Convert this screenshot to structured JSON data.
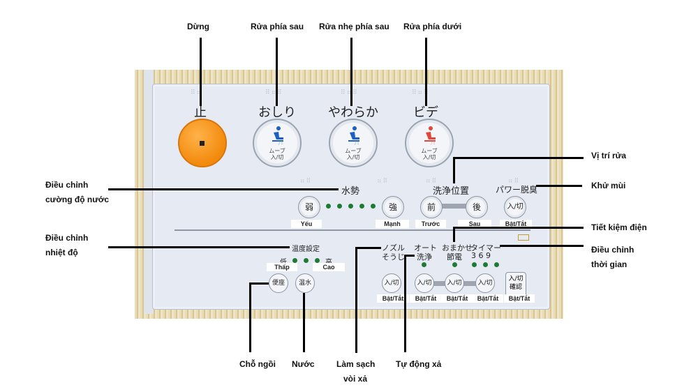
{
  "annotations": {
    "stop": "Dừng",
    "rear_wash": "Rửa  phía sau",
    "soft_rear_wash": "Rửa nhẹ phía sau",
    "bidet": "Rửa phía dưới",
    "wash_position": "Vị trí rửa",
    "deodorize": "Khử mùi",
    "water_pressure_1": "Điều chỉnh",
    "water_pressure_2": "cường độ nước",
    "energy_saving": "Tiết kiệm điện",
    "temperature_1": "Điều chỉnh",
    "temperature_2": "nhiệt độ",
    "timer_1": "Điều chỉnh",
    "timer_2": "thời gian",
    "seat": "Chỗ ngồi",
    "water": "Nước",
    "nozzle_clean_1": "Làm sạch",
    "nozzle_clean_2": "vòi xả",
    "auto_flush": "Tự động xả"
  },
  "panel": {
    "stop_label": "止",
    "oshiri_label": "おしり",
    "yawaraka_label": "やわらか",
    "bidet_label": "ビデ",
    "move_line1": "ムーブ",
    "move_line2": "入/切",
    "water_force": "水勢",
    "weak": "弱",
    "strong": "強",
    "wash_position": "洗浄位置",
    "front": "前",
    "back": "後",
    "power_deodorize": "パワー脱臭",
    "on_off": "入/切",
    "temp_setting": "温度設定",
    "low": "低",
    "high": "高",
    "seat_btn": "便座",
    "water_btn": "温水",
    "nozzle_1": "ノズル",
    "nozzle_2": "そうじ",
    "auto_1": "オート",
    "auto_2": "洗浄",
    "omakase_1": "おまかせ",
    "omakase_2": "節電",
    "timer": "タイマー",
    "timer_nums": "3  6  9",
    "confirm_1": "入/切",
    "confirm_2": "確認"
  },
  "vi_labels": {
    "weak": "Yếu",
    "strong": "Mạnh",
    "front": "Trước",
    "back": "Sau",
    "onoff": "Bật/Tắt",
    "low": "Thấp",
    "high": "Cao"
  },
  "colors": {
    "stop_button": "#f28a0c",
    "indicator": "#1f7a34",
    "rear_icon": "#1e5fc6",
    "bidet_icon": "#e0473a"
  }
}
